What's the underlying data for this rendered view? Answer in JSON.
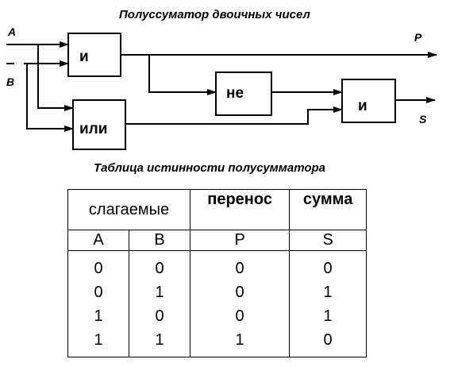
{
  "diagram": {
    "title": "Полуссуматор двоичных чисел",
    "inputs": [
      "A",
      "B"
    ],
    "outputs": [
      "P",
      "S"
    ],
    "gates": {
      "and1": "и",
      "or1": "или",
      "not1": "не",
      "and2": "и"
    }
  },
  "table": {
    "title": "Таблица истинности полусумматора",
    "group_header": "слагаемые",
    "carry_header": "перенос",
    "sum_header": "сумма",
    "columns": [
      "A",
      "B",
      "P",
      "S"
    ],
    "rows": [
      [
        "0",
        "0",
        "0",
        "0"
      ],
      [
        "0",
        "1",
        "0",
        "1"
      ],
      [
        "1",
        "0",
        "0",
        "1"
      ],
      [
        "1",
        "1",
        "1",
        "0"
      ]
    ]
  }
}
